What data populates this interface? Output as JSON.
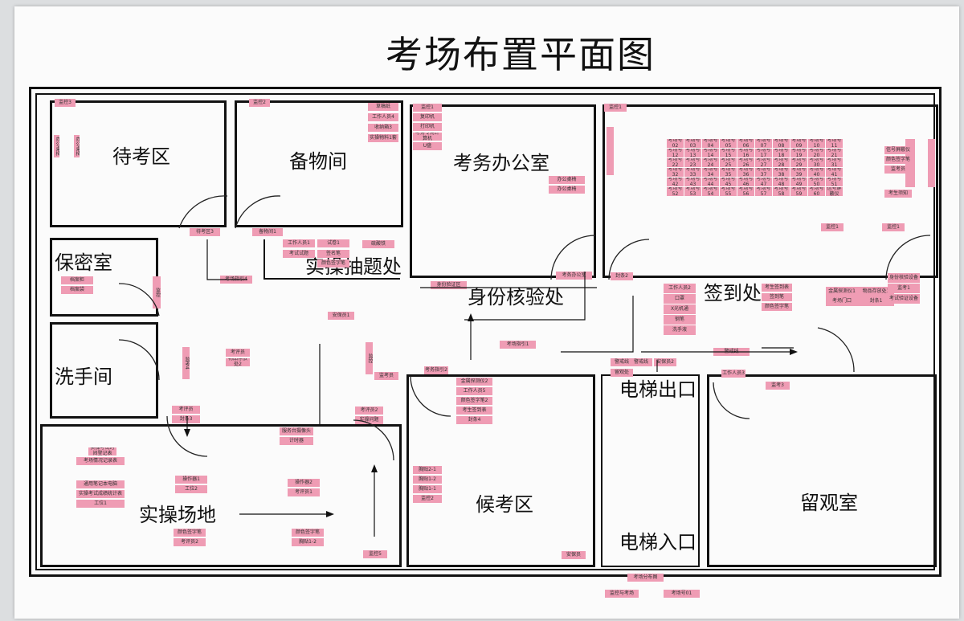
{
  "title": "考场布置平面图",
  "rooms": {
    "waiting": "待考区",
    "storage": "备物间",
    "office": "考务办公室",
    "secret": "保密室",
    "washroom": "洗手间",
    "practical": "实操场地",
    "candidate_wait": "候考区",
    "observation": "留观室",
    "exam_hall_label": "",
    "draw_area": "实操抽题处",
    "id_check": "身份核验处",
    "signin": "签到处",
    "elevator_exit": "电梯出口",
    "elevator_entry": "电梯入口"
  },
  "notes": [
    {
      "text": "监控3"
    },
    {
      "text": "办公桌椅"
    },
    {
      "text": "办公桌椅"
    },
    {
      "text": "监控2"
    },
    {
      "text": "草稿纸"
    },
    {
      "text": "工作人员4"
    },
    {
      "text": "收纳箱3"
    },
    {
      "text": "实操物料1套"
    },
    {
      "text": "监控1"
    },
    {
      "text": "复印机"
    },
    {
      "text": "打印机"
    },
    {
      "text": "考务专用计算机"
    },
    {
      "text": "U盘"
    },
    {
      "text": "办公桌椅"
    },
    {
      "text": "办公桌椅"
    },
    {
      "text": "监控1"
    },
    {
      "text": ""
    },
    {
      "text": ""
    },
    {
      "text": ""
    },
    {
      "text": "监控1"
    },
    {
      "text": "监控1"
    },
    {
      "text": "待考区3"
    },
    {
      "text": "备物间1"
    },
    {
      "text": "工作人员1"
    },
    {
      "text": "试卷1"
    },
    {
      "text": "硫酸铁"
    },
    {
      "text": "考试试题"
    },
    {
      "text": "签名笔"
    },
    {
      "text": "颜色签字笔"
    },
    {
      "text": "档案柜"
    },
    {
      "text": "档案袋"
    },
    {
      "text": "监控"
    },
    {
      "text": "考场指引4"
    },
    {
      "text": "身份验证区"
    },
    {
      "text": "考务办公室"
    },
    {
      "text": "封条2"
    },
    {
      "text": "工作人员2"
    },
    {
      "text": "口罩"
    },
    {
      "text": "X光机通"
    },
    {
      "text": "钢笔"
    },
    {
      "text": "洗手液"
    },
    {
      "text": "考生签到表"
    },
    {
      "text": "签到笔"
    },
    {
      "text": "颜色签字笔"
    },
    {
      "text": "金属探测仪1"
    },
    {
      "text": "物品存放处1"
    },
    {
      "text": "考场门口"
    },
    {
      "text": "封条1"
    },
    {
      "text": "身份核验设备"
    },
    {
      "text": "监考1"
    },
    {
      "text": "考试验证设备"
    },
    {
      "text": "安保员1"
    },
    {
      "text": "监控"
    },
    {
      "text": "监考员"
    },
    {
      "text": "考务指引2"
    },
    {
      "text": "考场指引1"
    },
    {
      "text": "警戒线"
    },
    {
      "text": "警戒线"
    },
    {
      "text": "警戒线"
    },
    {
      "text": "安保员2"
    },
    {
      "text": "留观处"
    },
    {
      "text": "工作人员3"
    },
    {
      "text": "监考3"
    },
    {
      "text": "监考4"
    },
    {
      "text": "考评员"
    },
    {
      "text": "物品存放处2"
    },
    {
      "text": "金属探测仪2"
    },
    {
      "text": "工作人员5"
    },
    {
      "text": "颜色签字笔2"
    },
    {
      "text": "考生签到表"
    },
    {
      "text": "封条4"
    },
    {
      "text": "考评员"
    },
    {
      "text": "封条3"
    },
    {
      "text": "考评员2"
    },
    {
      "text": "实操问题"
    },
    {
      "text": "服务台摄像头"
    },
    {
      "text": "计时器"
    },
    {
      "text": "实操考试时间登记表"
    },
    {
      "text": "考场情况记录表"
    },
    {
      "text": "通用笔记本电脑"
    },
    {
      "text": "实操考试成绩统计表"
    },
    {
      "text": "工位1"
    },
    {
      "text": "操作器1"
    },
    {
      "text": "工位2"
    },
    {
      "text": "操作器2"
    },
    {
      "text": "考评员1"
    },
    {
      "text": "颜色签字笔"
    },
    {
      "text": "考评员2"
    },
    {
      "text": "颜色签字笔"
    },
    {
      "text": "胸贴1-2"
    },
    {
      "text": "胸贴2-1"
    },
    {
      "text": "胸贴1-2"
    },
    {
      "text": "胸贴1-1"
    },
    {
      "text": "监控2"
    },
    {
      "text": "监控5"
    },
    {
      "text": "安保员"
    },
    {
      "text": "考场分布图"
    },
    {
      "text": "监控与考场"
    },
    {
      "text": "考场号01"
    },
    {
      "text": "考场号02"
    },
    {
      "text": "考场号03"
    },
    {
      "text": "考场号04"
    },
    {
      "text": "考场号05"
    },
    {
      "text": "考场号06"
    },
    {
      "text": "考场号07"
    },
    {
      "text": "考场号08"
    },
    {
      "text": "考场号09"
    },
    {
      "text": "考场号10"
    },
    {
      "text": "考场号11"
    },
    {
      "text": "考场号12"
    },
    {
      "text": "考场号13"
    },
    {
      "text": "考场号14"
    },
    {
      "text": "考场号15"
    },
    {
      "text": "考场号16"
    },
    {
      "text": "考场号17"
    },
    {
      "text": "考场号18"
    },
    {
      "text": "考场号19"
    },
    {
      "text": "考场号20"
    },
    {
      "text": "考场号21"
    },
    {
      "text": "考场号22"
    },
    {
      "text": "考场号23"
    },
    {
      "text": "考场号24"
    },
    {
      "text": "考场号25"
    },
    {
      "text": "考场号26"
    },
    {
      "text": "考场号27"
    },
    {
      "text": "考场号28"
    },
    {
      "text": "考场号29"
    },
    {
      "text": "考场号30"
    },
    {
      "text": "考场号31"
    },
    {
      "text": "考场号32"
    },
    {
      "text": "考场号33"
    },
    {
      "text": "考场号34"
    },
    {
      "text": "考场号35"
    },
    {
      "text": "考场号36"
    },
    {
      "text": "考场号37"
    },
    {
      "text": "考场号38"
    },
    {
      "text": "考场号39"
    },
    {
      "text": "考场号40"
    },
    {
      "text": "考场号41"
    },
    {
      "text": "考场号42"
    },
    {
      "text": "考场号43"
    },
    {
      "text": "考场号44"
    },
    {
      "text": "考场号45"
    },
    {
      "text": "考场号46"
    },
    {
      "text": "考场号47"
    },
    {
      "text": "考场号48"
    },
    {
      "text": "考场号49"
    },
    {
      "text": "考场号50"
    },
    {
      "text": "考场号51"
    },
    {
      "text": "考场号52"
    },
    {
      "text": "考场号53"
    },
    {
      "text": "考场号54"
    },
    {
      "text": "考场号55"
    },
    {
      "text": "考场号56"
    },
    {
      "text": "考场号57"
    },
    {
      "text": "考场号58"
    },
    {
      "text": "考场号59"
    },
    {
      "text": "考场号60"
    },
    {
      "text": "信号屏蔽仪"
    },
    {
      "text": "信号屏蔽仪"
    },
    {
      "text": "颜色签字笔"
    },
    {
      "text": "监考员"
    },
    {
      "text": "考生须知"
    }
  ],
  "colors": {
    "note": "#ef9cb4",
    "wall": "#111111",
    "paper": "#fbfbfb"
  }
}
